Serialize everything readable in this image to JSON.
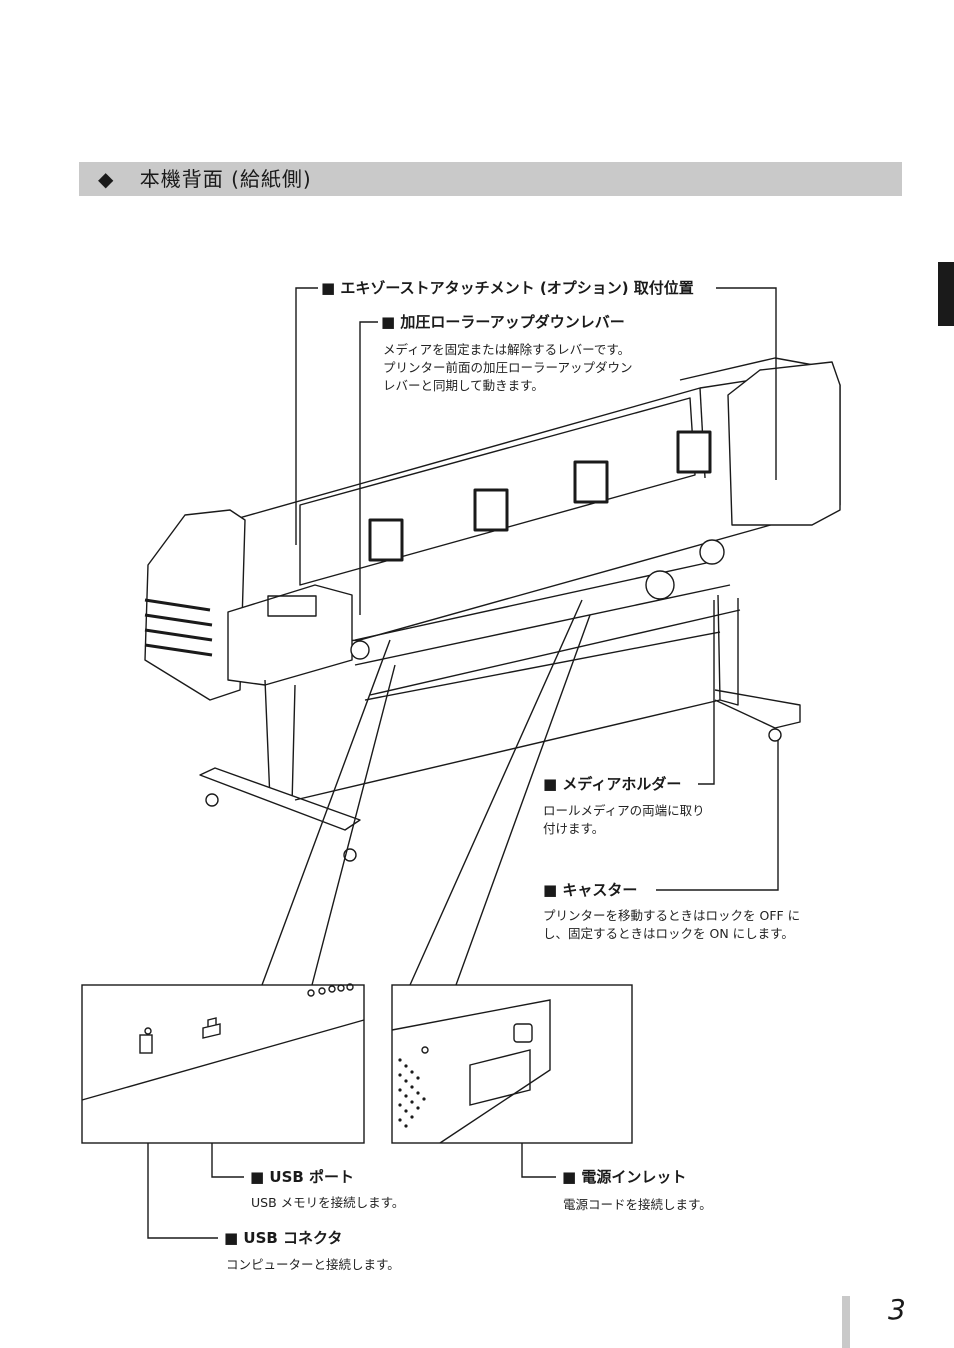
{
  "section": {
    "marker": "◆",
    "title": "本機背面 (給紙側)"
  },
  "labels": {
    "exhaust": {
      "title": "■ エキゾーストアタッチメント (オプション) 取付位置"
    },
    "pressure_lever": {
      "title": "■ 加圧ローラーアップダウンレバー",
      "desc": [
        "メディアを固定または解除するレバーです。",
        "プリンター前面の加圧ローラーアップダウン",
        "レバーと同期して動きます。"
      ]
    },
    "media_holder": {
      "title": "■ メディアホルダー",
      "desc": [
        "ロールメディアの両端に取り",
        "付けます。"
      ]
    },
    "caster": {
      "title": "■ キャスター",
      "desc": [
        "プリンターを移動するときはロックを OFF に",
        "し、固定するときはロックを ON にします。"
      ]
    },
    "usb_port": {
      "title": "■ USB ポート",
      "desc": "USB メモリを接続します。"
    },
    "usb_connector": {
      "title": "■ USB コネクタ",
      "desc": "コンピューターと接続します。"
    },
    "power_inlet": {
      "title": "■ 電源インレット",
      "desc": "電源コードを接続します。"
    }
  },
  "page_number": "3"
}
